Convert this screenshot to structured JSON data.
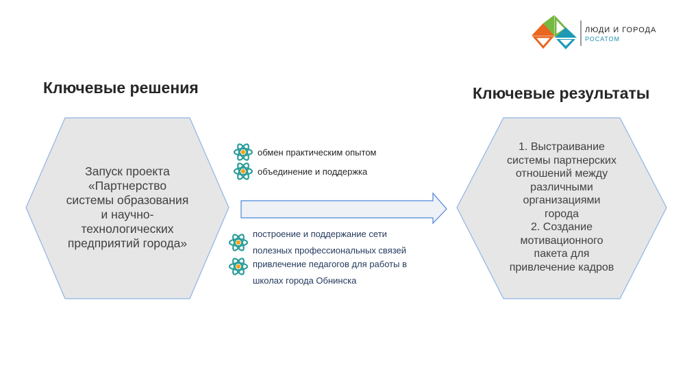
{
  "logo": {
    "title": "ЛЮДИ И ГОРОДА",
    "subtitle": "РОСАТОМ",
    "colors": {
      "green": "#77b843",
      "orange": "#e8661f",
      "teal": "#1e9ab5"
    }
  },
  "left": {
    "heading": "Ключевые решения",
    "hex_lines": [
      "Запуск проекта",
      "«Партнерство",
      "системы образования",
      "и научно-",
      "технологических",
      "предприятий города»"
    ]
  },
  "right": {
    "heading": "Ключевые результаты",
    "hex_lines": [
      "1.   Выстраивание",
      "системы партнерских",
      "отношений между",
      "различными",
      "организациями",
      "города",
      "2.   Создание",
      "мотивационного",
      "пакета для",
      "привлечение кадров"
    ]
  },
  "top_items": [
    "обмен практическим опытом",
    "объединение и поддержка"
  ],
  "bottom_items": [
    [
      "построение и поддержание сети",
      "полезных профессиональных связей"
    ],
    [
      "привлечение педагогов для работы в",
      "школах города Обнинска"
    ]
  ],
  "colors": {
    "hex_fill": "#e6e6e6",
    "hex_stroke": "#8fb4e3",
    "arrow_fill": "#eef1f6",
    "arrow_stroke": "#4f86d9"
  }
}
